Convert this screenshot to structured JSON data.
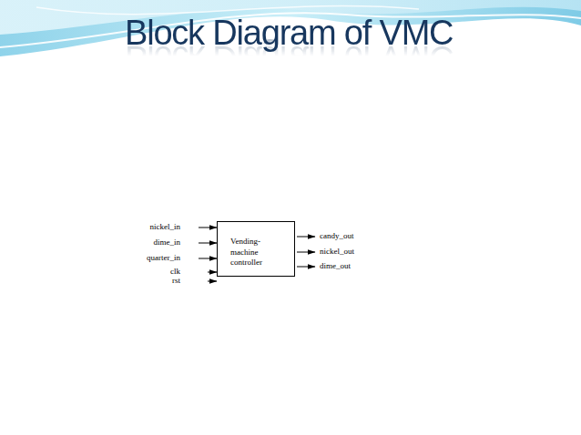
{
  "diagram": {
    "title": "Block Diagram of VMC",
    "nodes": [
      {
        "text": [
          "Vending- machine controller"
        ]
      }
    ],
    "labels": [
      "nickel_in",
      "dime_in",
      "quarter_in",
      "clk",
      "rst",
      "candy_out",
      "nickel_out",
      "dime_out"
    ]
  }
}
